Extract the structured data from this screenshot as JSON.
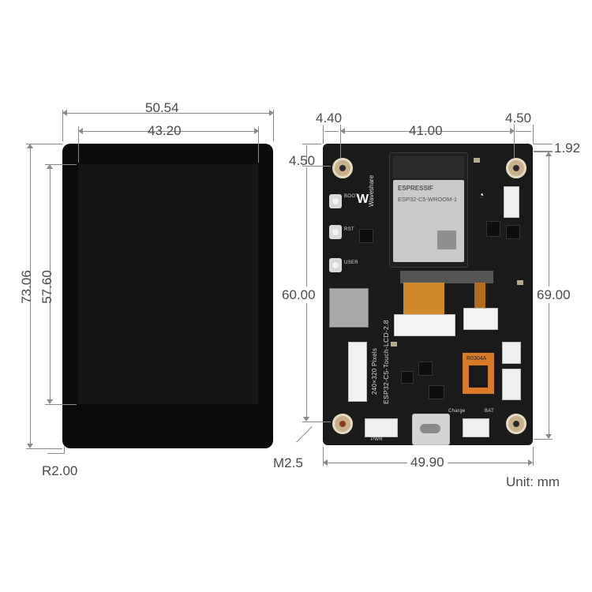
{
  "dimensions": {
    "screen_outer_width": "50.54",
    "screen_active_width": "43.20",
    "screen_outer_height": "73.06",
    "screen_active_height": "57.60",
    "corner_radius": "R2.00",
    "board_left_inset": "4.40",
    "board_hole_span": "41.00",
    "board_right_inset": "4.50",
    "board_top_inset_right": "1.92",
    "board_top_inset_left": "4.50",
    "board_hole_span_vertical": "60.00",
    "board_height": "69.00",
    "mount_hole": "M2.5",
    "board_width": "49.90"
  },
  "unit_label": "Unit: mm",
  "board_silkscreen": {
    "module_brand": "ESPRESSIF",
    "module_name": "ESP32-C5-WROOM-1",
    "brand": "Waveshare",
    "board_name": "ESP32-C5-Touch-LCD-2.8",
    "resolution": "240×320 Pixels",
    "btn_boot": "BOOT",
    "btn_rst": "RST",
    "btn_user": "USER",
    "port_pwr": "PWR",
    "port_charge": "Charge",
    "port_bat": "BAT",
    "ic_marking": "R0304A"
  }
}
